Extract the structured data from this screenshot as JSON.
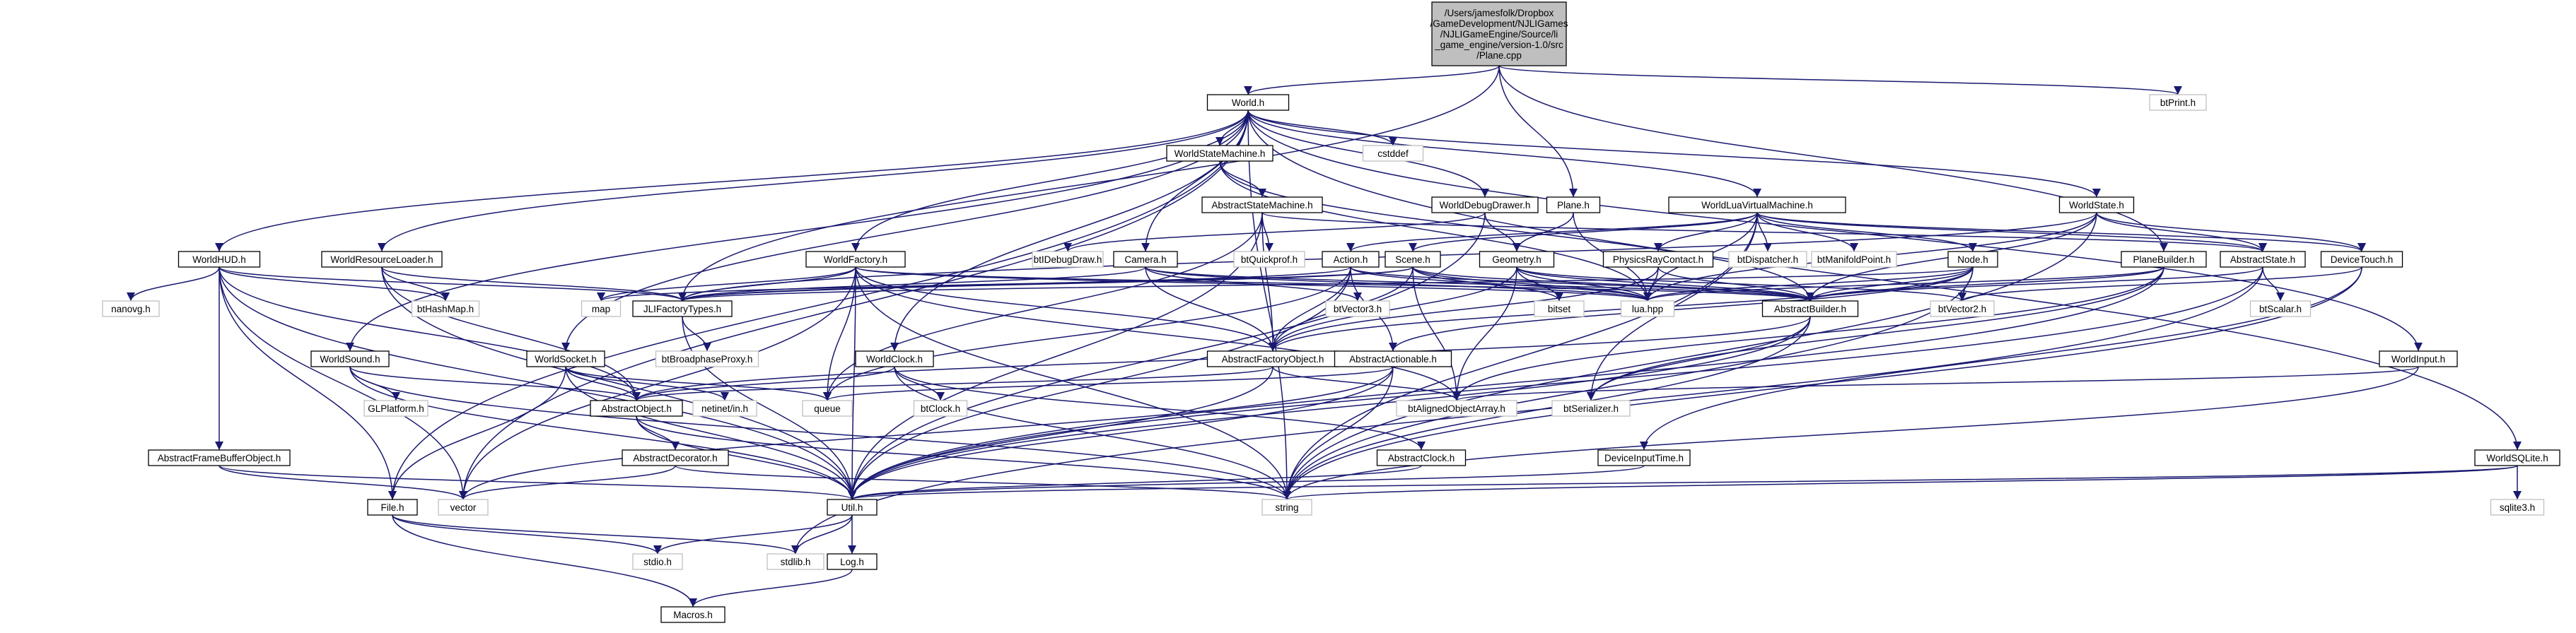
{
  "graph": {
    "colors": {
      "edge": "#191970",
      "root_fill": "#bfbfbf",
      "root_border": "#000000",
      "doc_border": "#000000",
      "ext_border": "#bfbfbf",
      "fill": "#ffffff"
    },
    "nodes": [
      {
        "id": "root",
        "kind": "root",
        "lines": [
          "/Users/jamesfolk/Dropbox",
          "/GameDevelopment/NJLIGames",
          "/NJLIGameEngine/Source/li",
          "_game_engine/version-1.0/src",
          "/Plane.cpp"
        ]
      },
      {
        "id": "worldh",
        "kind": "doc",
        "lines": [
          "World.h"
        ]
      },
      {
        "id": "btprint",
        "kind": "ext",
        "lines": [
          "btPrint.h"
        ]
      },
      {
        "id": "cstddef",
        "kind": "ext",
        "lines": [
          "cstddef"
        ]
      },
      {
        "id": "worldstatemachine",
        "kind": "doc",
        "lines": [
          "WorldStateMachine.h"
        ]
      },
      {
        "id": "abstractstatemachine",
        "kind": "doc",
        "lines": [
          "AbstractStateMachine.h"
        ]
      },
      {
        "id": "worlddebugdrawer",
        "kind": "doc",
        "lines": [
          "WorldDebugDrawer.h"
        ]
      },
      {
        "id": "planeh",
        "kind": "doc",
        "lines": [
          "Plane.h"
        ]
      },
      {
        "id": "worldluavm",
        "kind": "doc",
        "lines": [
          "WorldLuaVirtualMachine.h"
        ]
      },
      {
        "id": "worldstate",
        "kind": "doc",
        "lines": [
          "WorldState.h"
        ]
      },
      {
        "id": "worldhud",
        "kind": "doc",
        "lines": [
          "WorldHUD.h"
        ]
      },
      {
        "id": "worldresourceloader",
        "kind": "doc",
        "lines": [
          "WorldResourceLoader.h"
        ]
      },
      {
        "id": "worldfactory",
        "kind": "doc",
        "lines": [
          "WorldFactory.h"
        ]
      },
      {
        "id": "camera",
        "kind": "doc",
        "lines": [
          "Camera.h"
        ]
      },
      {
        "id": "btidebugdraw",
        "kind": "ext",
        "lines": [
          "btIDebugDraw.h"
        ]
      },
      {
        "id": "btquickprof",
        "kind": "ext",
        "lines": [
          "btQuickprof.h"
        ]
      },
      {
        "id": "action",
        "kind": "doc",
        "lines": [
          "Action.h"
        ]
      },
      {
        "id": "scene",
        "kind": "doc",
        "lines": [
          "Scene.h"
        ]
      },
      {
        "id": "geometry",
        "kind": "doc",
        "lines": [
          "Geometry.h"
        ]
      },
      {
        "id": "physicsraycontact",
        "kind": "doc",
        "lines": [
          "PhysicsRayContact.h"
        ]
      },
      {
        "id": "btdispatcher",
        "kind": "ext",
        "lines": [
          "btDispatcher.h"
        ]
      },
      {
        "id": "btmanifoldpoint",
        "kind": "ext",
        "lines": [
          "btManifoldPoint.h"
        ]
      },
      {
        "id": "node",
        "kind": "doc",
        "lines": [
          "Node.h"
        ]
      },
      {
        "id": "planebuilder",
        "kind": "doc",
        "lines": [
          "PlaneBuilder.h"
        ]
      },
      {
        "id": "abstractstate",
        "kind": "doc",
        "lines": [
          "AbstractState.h"
        ]
      },
      {
        "id": "devicetouch",
        "kind": "doc",
        "lines": [
          "DeviceTouch.h"
        ]
      },
      {
        "id": "nanovg",
        "kind": "ext",
        "lines": [
          "nanovg.h"
        ]
      },
      {
        "id": "bthashmap",
        "kind": "ext",
        "lines": [
          "btHashMap.h"
        ]
      },
      {
        "id": "map",
        "kind": "ext",
        "lines": [
          "map"
        ]
      },
      {
        "id": "jlifactorytypes",
        "kind": "doc",
        "lines": [
          "JLIFactoryTypes.h"
        ]
      },
      {
        "id": "btvector3",
        "kind": "ext",
        "lines": [
          "btVector3.h"
        ]
      },
      {
        "id": "bitset",
        "kind": "ext",
        "lines": [
          "bitset"
        ]
      },
      {
        "id": "luahpp",
        "kind": "ext",
        "lines": [
          "lua.hpp"
        ]
      },
      {
        "id": "abstractbuilder",
        "kind": "doc",
        "lines": [
          "AbstractBuilder.h"
        ]
      },
      {
        "id": "btvector2",
        "kind": "ext",
        "lines": [
          "btVector2.h"
        ]
      },
      {
        "id": "btscalar",
        "kind": "ext",
        "lines": [
          "btScalar.h"
        ]
      },
      {
        "id": "worldsound",
        "kind": "doc",
        "lines": [
          "WorldSound.h"
        ]
      },
      {
        "id": "worldsocket",
        "kind": "doc",
        "lines": [
          "WorldSocket.h"
        ]
      },
      {
        "id": "btbroadphaseproxy",
        "kind": "ext",
        "lines": [
          "btBroadphaseProxy.h"
        ]
      },
      {
        "id": "worldclock",
        "kind": "doc",
        "lines": [
          "WorldClock.h"
        ]
      },
      {
        "id": "abstractfactoryobject",
        "kind": "doc",
        "lines": [
          "AbstractFactoryObject.h"
        ]
      },
      {
        "id": "abstractactionable",
        "kind": "doc",
        "lines": [
          "AbstractActionable.h"
        ]
      },
      {
        "id": "worldinput",
        "kind": "doc",
        "lines": [
          "WorldInput.h"
        ]
      },
      {
        "id": "glplatform",
        "kind": "ext",
        "lines": [
          "GLPlatform.h"
        ]
      },
      {
        "id": "abstractobject",
        "kind": "doc",
        "lines": [
          "AbstractObject.h"
        ]
      },
      {
        "id": "netinetin",
        "kind": "ext",
        "lines": [
          "netinet/in.h"
        ]
      },
      {
        "id": "queue",
        "kind": "ext",
        "lines": [
          "queue"
        ]
      },
      {
        "id": "btclock",
        "kind": "ext",
        "lines": [
          "btClock.h"
        ]
      },
      {
        "id": "btalignedobjectarray",
        "kind": "ext",
        "lines": [
          "btAlignedObjectArray.h"
        ]
      },
      {
        "id": "btserializer",
        "kind": "ext",
        "lines": [
          "btSerializer.h"
        ]
      },
      {
        "id": "abstractframebufferobject",
        "kind": "doc",
        "lines": [
          "AbstractFrameBufferObject.h"
        ]
      },
      {
        "id": "abstractdecorator",
        "kind": "doc",
        "lines": [
          "AbstractDecorator.h"
        ]
      },
      {
        "id": "abstractclock",
        "kind": "doc",
        "lines": [
          "AbstractClock.h"
        ]
      },
      {
        "id": "deviceinputtime",
        "kind": "doc",
        "lines": [
          "DeviceInputTime.h"
        ]
      },
      {
        "id": "worldsqlite",
        "kind": "doc",
        "lines": [
          "WorldSQLite.h"
        ]
      },
      {
        "id": "sqlite3",
        "kind": "ext",
        "lines": [
          "sqlite3.h"
        ]
      },
      {
        "id": "fileh",
        "kind": "doc",
        "lines": [
          "File.h"
        ]
      },
      {
        "id": "vector",
        "kind": "ext",
        "lines": [
          "vector"
        ]
      },
      {
        "id": "utilh",
        "kind": "doc",
        "lines": [
          "Util.h"
        ]
      },
      {
        "id": "string",
        "kind": "ext",
        "lines": [
          "string"
        ]
      },
      {
        "id": "stdio",
        "kind": "ext",
        "lines": [
          "stdio.h"
        ]
      },
      {
        "id": "stdlib",
        "kind": "ext",
        "lines": [
          "stdlib.h"
        ]
      },
      {
        "id": "logh",
        "kind": "doc",
        "lines": [
          "Log.h"
        ]
      },
      {
        "id": "macros",
        "kind": "doc",
        "lines": [
          "Macros.h"
        ]
      }
    ],
    "edges": [
      [
        "root",
        "worldh"
      ],
      [
        "root",
        "btprint"
      ],
      [
        "root",
        "planeh"
      ],
      [
        "root",
        "planebuilder"
      ],
      [
        "root",
        "jlifactorytypes"
      ],
      [
        "worldh",
        "cstddef"
      ],
      [
        "worldh",
        "worldstatemachine"
      ],
      [
        "worldh",
        "worlddebugdrawer"
      ],
      [
        "worldh",
        "worldluavm"
      ],
      [
        "worldh",
        "worldstate"
      ],
      [
        "worldh",
        "worldhud"
      ],
      [
        "worldh",
        "worldresourceloader"
      ],
      [
        "worldh",
        "worldfactory"
      ],
      [
        "worldh",
        "camera"
      ],
      [
        "worldh",
        "worldsound"
      ],
      [
        "worldh",
        "worldsocket"
      ],
      [
        "worldh",
        "worldclock"
      ],
      [
        "worldh",
        "worldinput"
      ],
      [
        "worldh",
        "worldsqlite"
      ],
      [
        "worldh",
        "string"
      ],
      [
        "worldh",
        "vector"
      ],
      [
        "worldh",
        "fileh"
      ],
      [
        "worldstatemachine",
        "abstractstatemachine"
      ],
      [
        "worldstatemachine",
        "luahpp"
      ],
      [
        "worldstatemachine",
        "abstractbuilder"
      ],
      [
        "abstractstatemachine",
        "btquickprof"
      ],
      [
        "abstractstatemachine",
        "queue"
      ],
      [
        "abstractstatemachine",
        "abstractfactoryobject"
      ],
      [
        "abstractstatemachine",
        "utilh"
      ],
      [
        "abstractstatemachine",
        "abstractstate"
      ],
      [
        "worlddebugdrawer",
        "btidebugdraw"
      ],
      [
        "worlddebugdrawer",
        "geometry"
      ],
      [
        "worlddebugdrawer",
        "utilh"
      ],
      [
        "planeh",
        "geometry"
      ],
      [
        "planeh",
        "luahpp"
      ],
      [
        "worldluavm",
        "action"
      ],
      [
        "worldluavm",
        "scene"
      ],
      [
        "worldluavm",
        "physicsraycontact"
      ],
      [
        "worldluavm",
        "btdispatcher"
      ],
      [
        "worldluavm",
        "btmanifoldpoint"
      ],
      [
        "worldluavm",
        "node"
      ],
      [
        "worldluavm",
        "luahpp"
      ],
      [
        "worldluavm",
        "abstractstate"
      ],
      [
        "worldluavm",
        "devicetouch"
      ],
      [
        "worldluavm",
        "string"
      ],
      [
        "worldluavm",
        "btserializer"
      ],
      [
        "worldstate",
        "abstractstate"
      ],
      [
        "worldstate",
        "devicetouch"
      ],
      [
        "worldstate",
        "luahpp"
      ],
      [
        "worldstate",
        "abstractbuilder"
      ],
      [
        "worldstate",
        "string"
      ],
      [
        "worldstate",
        "jlifactorytypes"
      ],
      [
        "worldhud",
        "nanovg"
      ],
      [
        "worldhud",
        "bthashmap"
      ],
      [
        "worldhud",
        "abstractframebufferobject"
      ],
      [
        "worldhud",
        "abstractobject"
      ],
      [
        "worldhud",
        "utilh"
      ],
      [
        "worldhud",
        "vector"
      ],
      [
        "worldhud",
        "fileh"
      ],
      [
        "worldhud",
        "jlifactorytypes"
      ],
      [
        "worldresourceloader",
        "bthashmap"
      ],
      [
        "worldresourceloader",
        "jlifactorytypes"
      ],
      [
        "worldresourceloader",
        "abstractobject"
      ],
      [
        "worldresourceloader",
        "utilh"
      ],
      [
        "worldfactory",
        "map"
      ],
      [
        "worldfactory",
        "jlifactorytypes"
      ],
      [
        "worldfactory",
        "abstractfactoryobject"
      ],
      [
        "worldfactory",
        "btalignedobjectarray"
      ],
      [
        "worldfactory",
        "queue"
      ],
      [
        "worldfactory",
        "utilh"
      ],
      [
        "worldfactory",
        "luahpp"
      ],
      [
        "worldfactory",
        "string"
      ],
      [
        "worldfactory",
        "vector"
      ],
      [
        "worldfactory",
        "abstractbuilder"
      ],
      [
        "camera",
        "btvector3"
      ],
      [
        "camera",
        "abstractfactoryobject"
      ],
      [
        "camera",
        "abstractbuilder"
      ],
      [
        "camera",
        "jlifactorytypes"
      ],
      [
        "camera",
        "luahpp"
      ],
      [
        "action",
        "abstractactionable"
      ],
      [
        "action",
        "abstractfactoryobject"
      ],
      [
        "action",
        "queue"
      ],
      [
        "action",
        "utilh"
      ],
      [
        "action",
        "jlifactorytypes"
      ],
      [
        "action",
        "luahpp"
      ],
      [
        "action",
        "abstractbuilder"
      ],
      [
        "scene",
        "abstractfactoryobject"
      ],
      [
        "scene",
        "btalignedobjectarray"
      ],
      [
        "scene",
        "luahpp"
      ],
      [
        "scene",
        "bitset"
      ],
      [
        "scene",
        "abstractbuilder"
      ],
      [
        "scene",
        "jlifactorytypes"
      ],
      [
        "scene",
        "map"
      ],
      [
        "geometry",
        "abstractfactoryobject"
      ],
      [
        "geometry",
        "btalignedobjectarray"
      ],
      [
        "geometry",
        "bitset"
      ],
      [
        "geometry",
        "luahpp"
      ],
      [
        "geometry",
        "abstractbuilder"
      ],
      [
        "geometry",
        "btvector2"
      ],
      [
        "physicsraycontact",
        "abstractfactoryobject"
      ],
      [
        "physicsraycontact",
        "luahpp"
      ],
      [
        "physicsraycontact",
        "abstractbuilder"
      ],
      [
        "node",
        "abstractfactoryobject"
      ],
      [
        "node",
        "abstractactionable"
      ],
      [
        "node",
        "btvector2"
      ],
      [
        "node",
        "luahpp"
      ],
      [
        "node",
        "string"
      ],
      [
        "node",
        "abstractbuilder"
      ],
      [
        "node",
        "jlifactorytypes"
      ],
      [
        "planebuilder",
        "abstractbuilder"
      ],
      [
        "planebuilder",
        "utilh"
      ],
      [
        "planebuilder",
        "luahpp"
      ],
      [
        "planebuilder",
        "btalignedobjectarray"
      ],
      [
        "planebuilder",
        "btserializer"
      ],
      [
        "abstractstate",
        "btscalar"
      ],
      [
        "abstractstate",
        "abstractbuilder"
      ],
      [
        "abstractstate",
        "utilh"
      ],
      [
        "abstractstate",
        "stdlib"
      ],
      [
        "devicetouch",
        "btvector2"
      ],
      [
        "devicetouch",
        "string"
      ],
      [
        "devicetouch",
        "deviceinputtime"
      ],
      [
        "jlifactorytypes",
        "btbroadphaseproxy"
      ],
      [
        "jlifactorytypes",
        "utilh"
      ],
      [
        "abstractbuilder",
        "abstractobject"
      ],
      [
        "abstractbuilder",
        "btserializer"
      ],
      [
        "abstractbuilder",
        "string"
      ],
      [
        "abstractbuilder",
        "utilh"
      ],
      [
        "worldsound",
        "glplatform"
      ],
      [
        "worldsound",
        "abstractobject"
      ],
      [
        "worldsound",
        "utilh"
      ],
      [
        "worldsound",
        "string"
      ],
      [
        "worldsocket",
        "abstractobject"
      ],
      [
        "worldsocket",
        "netinetin"
      ],
      [
        "worldsocket",
        "queue"
      ],
      [
        "worldsocket",
        "fileh"
      ],
      [
        "worldsocket",
        "utilh"
      ],
      [
        "worldclock",
        "btclock"
      ],
      [
        "worldclock",
        "abstractclock"
      ],
      [
        "worldclock",
        "abstractobject"
      ],
      [
        "worldclock",
        "string"
      ],
      [
        "abstractfactoryobject",
        "abstractobject"
      ],
      [
        "abstractfactoryobject",
        "btalignedobjectarray"
      ],
      [
        "abstractfactoryobject",
        "utilh"
      ],
      [
        "abstractactionable",
        "queue"
      ],
      [
        "abstractactionable",
        "utilh"
      ],
      [
        "abstractactionable",
        "string"
      ],
      [
        "abstractactionable",
        "vector"
      ],
      [
        "worldinput",
        "btalignedobjectarray"
      ],
      [
        "worldinput",
        "string"
      ],
      [
        "abstractobject",
        "abstractdecorator"
      ],
      [
        "abstractobject",
        "utilh"
      ],
      [
        "abstractobject",
        "string"
      ],
      [
        "abstractframebufferobject",
        "utilh"
      ],
      [
        "abstractframebufferobject",
        "vector"
      ],
      [
        "abstractdecorator",
        "vector"
      ],
      [
        "abstractdecorator",
        "string"
      ],
      [
        "abstractclock",
        "utilh"
      ],
      [
        "deviceinputtime",
        "utilh"
      ],
      [
        "worldsqlite",
        "sqlite3"
      ],
      [
        "worldsqlite",
        "string"
      ],
      [
        "worldsqlite",
        "utilh"
      ],
      [
        "fileh",
        "stdio"
      ],
      [
        "fileh",
        "stdlib"
      ],
      [
        "fileh",
        "macros"
      ],
      [
        "utilh",
        "stdio"
      ],
      [
        "utilh",
        "stdlib"
      ],
      [
        "utilh",
        "logh"
      ],
      [
        "logh",
        "macros"
      ]
    ]
  }
}
